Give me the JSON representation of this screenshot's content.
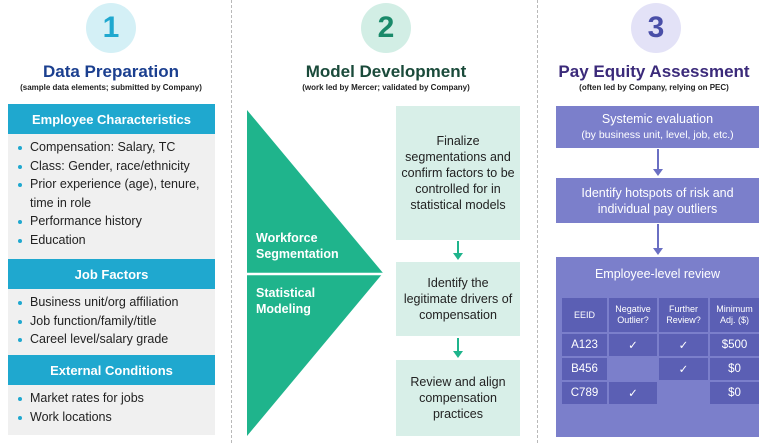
{
  "colors": {
    "teal_accent": "#1fa8cf",
    "green_accent": "#1fb48c",
    "purple_accent": "#6a6fc3"
  },
  "phase1": {
    "number": "1",
    "title": "Data Preparation",
    "subtitle": "(sample data elements; submitted by Company)",
    "sections": [
      {
        "header": "Employee Characteristics",
        "items": [
          "Compensation: Salary, TC",
          "Class: Gender, race/ethnicity",
          "Prior experience (age), tenure, time in role",
          "Performance history",
          "Education"
        ]
      },
      {
        "header": "Job Factors",
        "items": [
          "Business unit/org affiliation",
          "Job function/family/title",
          "Careel level/salary grade"
        ]
      },
      {
        "header": "External Conditions",
        "items": [
          "Market rates for jobs",
          "Work locations"
        ]
      }
    ]
  },
  "phase2": {
    "number": "2",
    "title": "Model Development",
    "subtitle": "(work led by Mercer; validated by Company)",
    "triangle_labels": [
      "Workforce Segmentation",
      "Statistical Modeling"
    ],
    "steps": [
      "Finalize segmentations and confirm factors to be controlled for in statistical models",
      "Identify the legitimate drivers of compensation",
      "Review and align compensation practices"
    ]
  },
  "phase3": {
    "number": "3",
    "title": "Pay Equity Assessment",
    "subtitle": "(often led by Company, relying on PEC)",
    "box1_main": "Systemic evaluation",
    "box1_sub": "(by business unit, level, job, etc.)",
    "box2": "Identify hotspots of risk and individual pay outliers",
    "box3_title": "Employee-level review",
    "table": {
      "headers": [
        "EEID",
        "Negative Outlier?",
        "Further Review?",
        "Minimum Adj. ($)"
      ],
      "rows": [
        [
          "A123",
          "✓",
          "✓",
          "$500"
        ],
        [
          "B456",
          "",
          "✓",
          "$0"
        ],
        [
          "C789",
          "✓",
          "",
          "$0"
        ]
      ]
    }
  }
}
